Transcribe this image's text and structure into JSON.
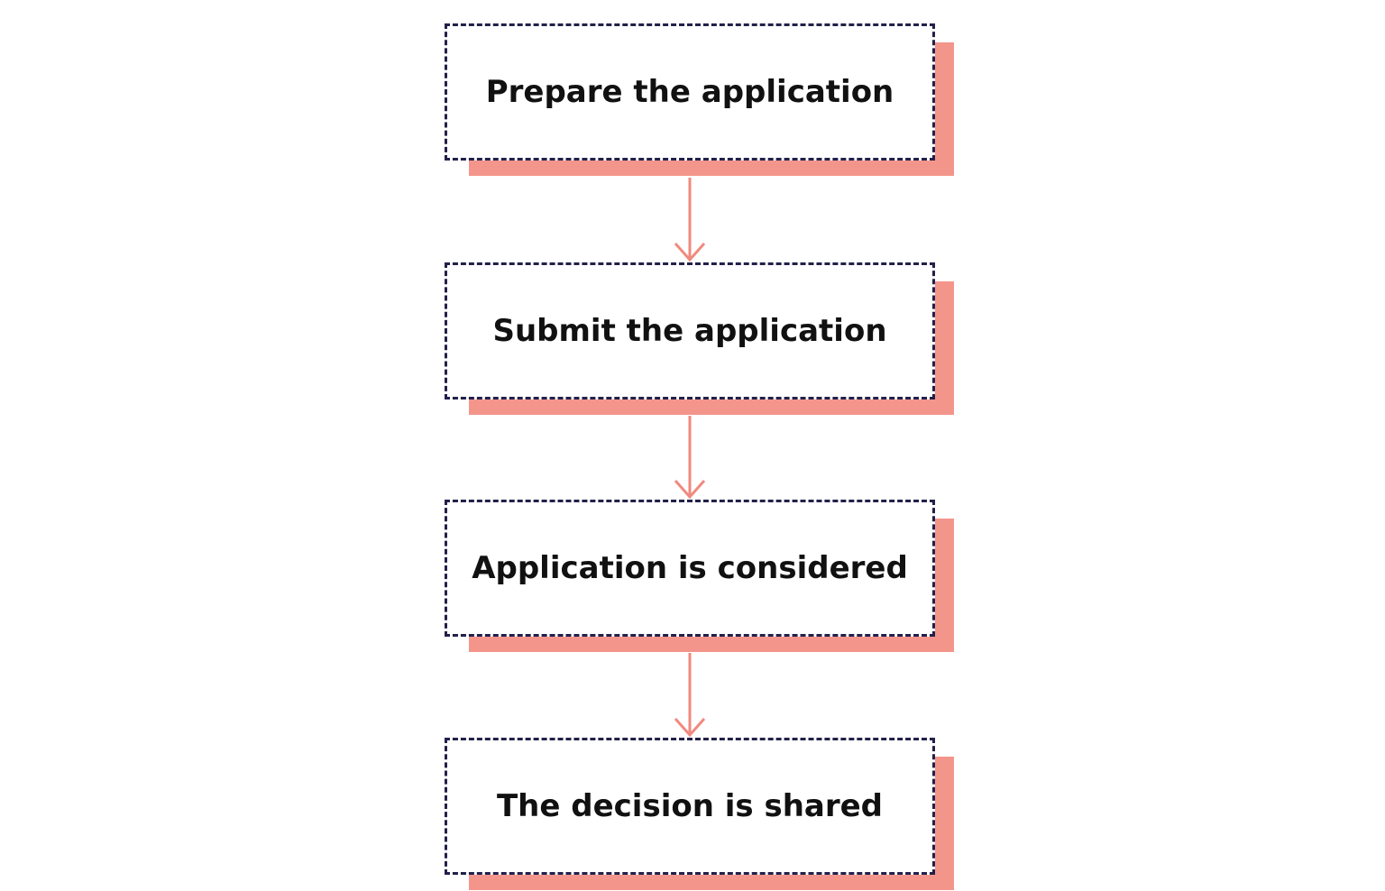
{
  "diagram": {
    "type": "flowchart",
    "direction": "top-to-bottom",
    "colors": {
      "box_border": "#22204a",
      "box_fill": "#ffffff",
      "shadow": "#f4958b",
      "arrow": "#f08a7e",
      "text": "#111111"
    },
    "steps": [
      {
        "label": "Prepare the application"
      },
      {
        "label": "Submit the application"
      },
      {
        "label": "Application is considered"
      },
      {
        "label": "The decision is shared"
      }
    ],
    "edges": [
      {
        "from": 0,
        "to": 1
      },
      {
        "from": 1,
        "to": 2
      },
      {
        "from": 2,
        "to": 3
      }
    ]
  }
}
